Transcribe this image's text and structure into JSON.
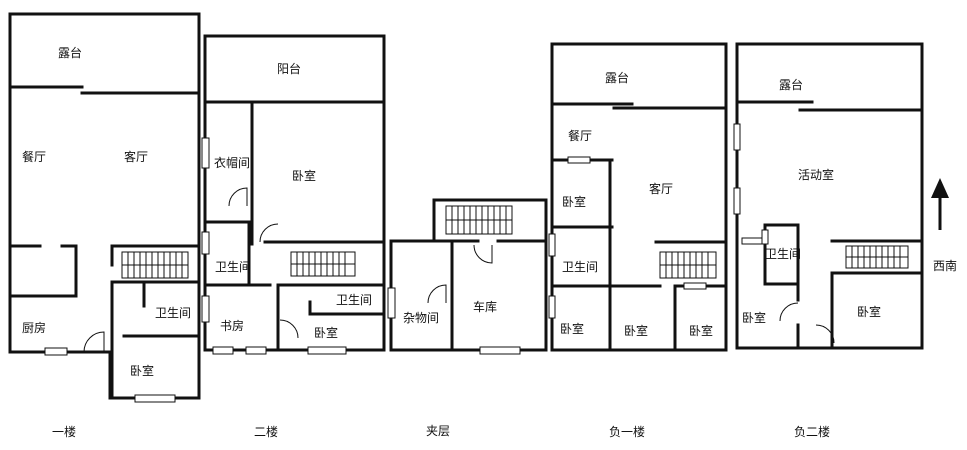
{
  "floors": {
    "f1": {
      "name": "一楼",
      "rooms": {
        "terrace": "露台",
        "dining": "餐厅",
        "living": "客厅",
        "kitchen": "厨房",
        "bath": "卫生间",
        "bedroom": "卧室"
      }
    },
    "f2": {
      "name": "二楼",
      "rooms": {
        "balcony": "阳台",
        "closet": "衣帽间",
        "bedroom_main": "卧室",
        "bath_left": "卫生间",
        "study": "书房",
        "bedroom_small": "卧室",
        "bath_right": "卫生间"
      }
    },
    "mezz": {
      "name": "夹层",
      "rooms": {
        "storage": "杂物间",
        "garage": "车库"
      }
    },
    "b1": {
      "name": "负一楼",
      "rooms": {
        "terrace": "露台",
        "dining": "餐厅",
        "living": "客厅",
        "bedroom_upper": "卧室",
        "bath": "卫生间",
        "bed_a": "卧室",
        "bed_b": "卧室",
        "bed_c": "卧室"
      }
    },
    "b2": {
      "name": "负二楼",
      "rooms": {
        "terrace": "露台",
        "activity": "活动室",
        "bath": "卫生间",
        "bed_a": "卧室",
        "bed_b": "卧室"
      }
    }
  },
  "compass": {
    "label": "西南",
    "icon": "north-arrow-icon"
  }
}
